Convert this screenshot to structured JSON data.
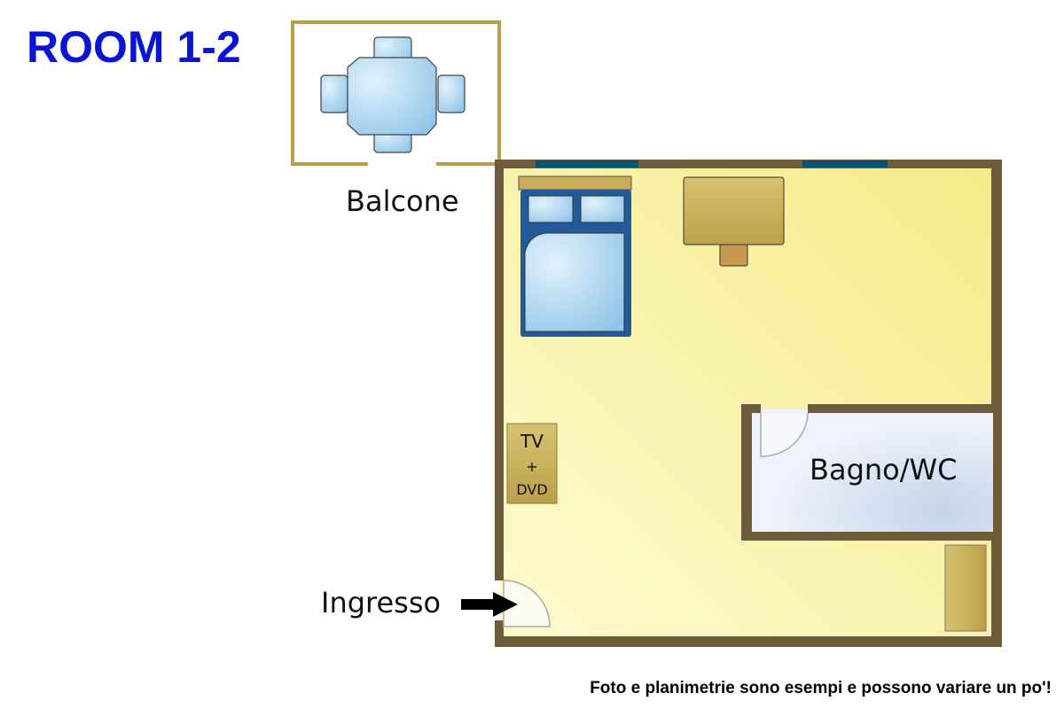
{
  "title": "ROOM 1-2",
  "labels": {
    "balcony": "Balcone",
    "bathroom": "Bagno/WC",
    "entrance": "Ingresso",
    "tv_line1": "TV",
    "tv_line2": "+",
    "tv_line3": "DVD"
  },
  "footer": "Foto e planimetrie sono esempi e possono variare un po'!",
  "colors": {
    "title": "#0a14d4",
    "wall": "#6e5c3c",
    "window": "#005578",
    "floor": "#f7f0a0",
    "bathroom_floor": "#e4ecf6",
    "furniture": "#c9b35c",
    "bed": "#225a9c",
    "balcony_border": "#b8a050"
  }
}
